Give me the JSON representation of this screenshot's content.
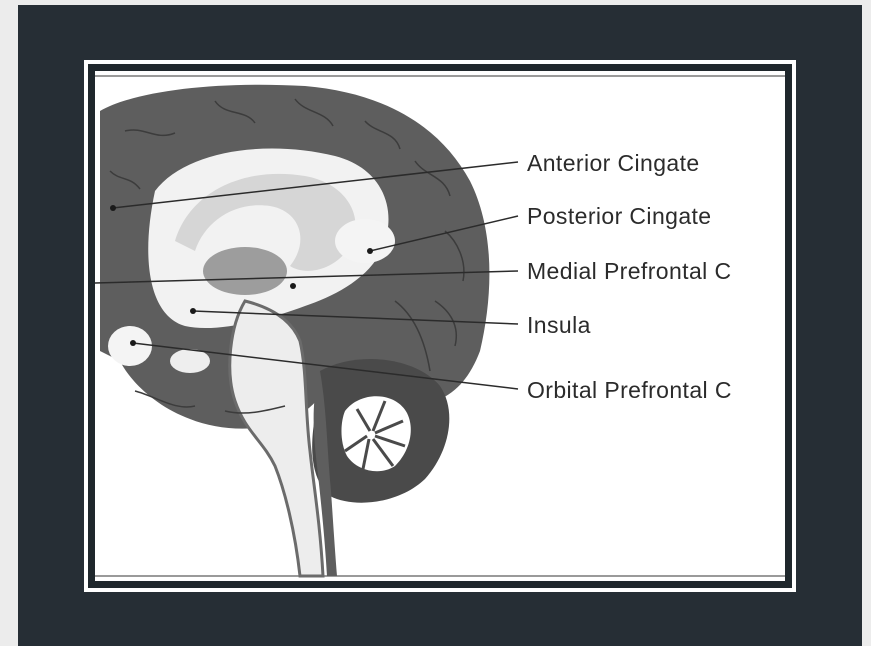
{
  "diagram": {
    "labels": [
      {
        "id": "anterior-cingate",
        "text": "Anterior Cingate"
      },
      {
        "id": "posterior-cingate",
        "text": "Posterior Cingate"
      },
      {
        "id": "medial-prefrontal",
        "text": "Medial Prefrontal C"
      },
      {
        "id": "insula",
        "text": "Insula"
      },
      {
        "id": "orbital-prefrontal",
        "text": "Orbital Prefrontal C"
      }
    ]
  },
  "colors": {
    "background": "#262e35",
    "frame": "#1f272c",
    "cortex": "#5e5e5e",
    "label": "#2b2b2b"
  }
}
